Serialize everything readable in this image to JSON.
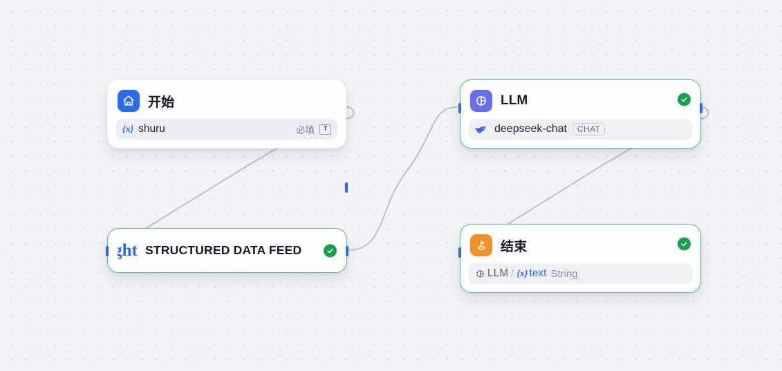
{
  "canvas": {
    "type": "workflow-editor",
    "background_color": "#f1f3f7",
    "dot_color": "#e4e6ec",
    "edge_color": "#c2c8d0",
    "handle_color": "#2a6bf2"
  },
  "nodes": [
    {
      "id": "start",
      "title": "开始",
      "icon_name": "home-icon",
      "icon_color": "#2a6bf2",
      "status": "none",
      "variable": {
        "prefix": "{x}",
        "name": "shuru",
        "required_label": "必填",
        "type_glyph": "T"
      }
    },
    {
      "id": "llm",
      "title": "LLM",
      "icon_name": "llm-circle-icon",
      "icon_color": "#676ff0",
      "status": "success",
      "model": {
        "icon_name": "deepseek-whale-icon",
        "name": "deepseek-chat",
        "tag": "CHAT"
      }
    },
    {
      "id": "structured-data-feed",
      "title": "STRUCTURED DATA FEED",
      "icon_name": "ht-logo-icon",
      "icon_color": "#2a6bf2",
      "status": "success"
    },
    {
      "id": "end",
      "title": "结束",
      "icon_name": "end-flag-icon",
      "icon_color": "#f49126",
      "status": "success",
      "output": {
        "source_icon": "llm-circle-icon",
        "source": "LLM",
        "separator": "/",
        "var_prefix": "{x}",
        "var_name": "text",
        "var_type": "String"
      }
    }
  ],
  "status_colors": {
    "success": "#13a44a"
  }
}
